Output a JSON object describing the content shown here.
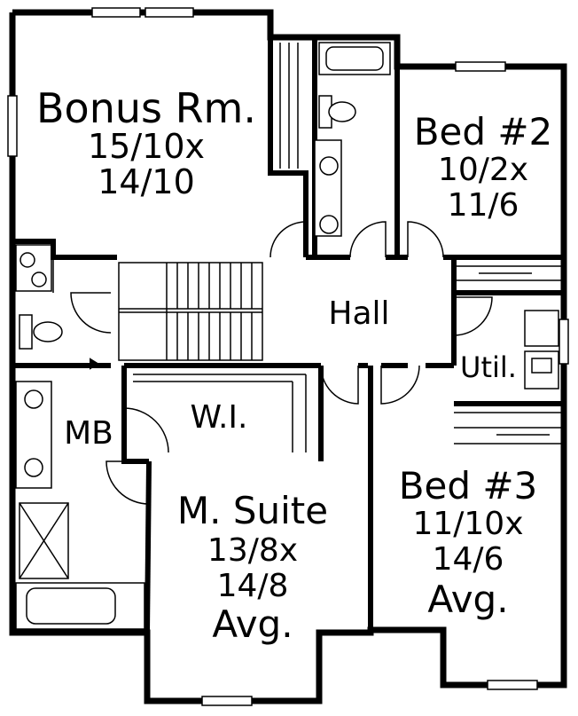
{
  "rooms": {
    "bonus": {
      "name": "Bonus Rm.",
      "dim1": "15/10x",
      "dim2": "14/10"
    },
    "bed2": {
      "name": "Bed #2",
      "dim1": "10/2x",
      "dim2": "11/6"
    },
    "hall": {
      "name": "Hall"
    },
    "util": {
      "name": "Util."
    },
    "mb": {
      "name": "MB"
    },
    "wi": {
      "name": "W.I."
    },
    "msuite": {
      "name": "M. Suite",
      "dim1": "13/8x",
      "dim2": "14/8",
      "note": "Avg."
    },
    "bed3": {
      "name": "Bed #3",
      "dim1": "11/10x",
      "dim2": "14/6",
      "note": "Avg."
    }
  },
  "colors": {
    "wall": "#000000",
    "fixture": "#000000",
    "background": "#ffffff"
  }
}
